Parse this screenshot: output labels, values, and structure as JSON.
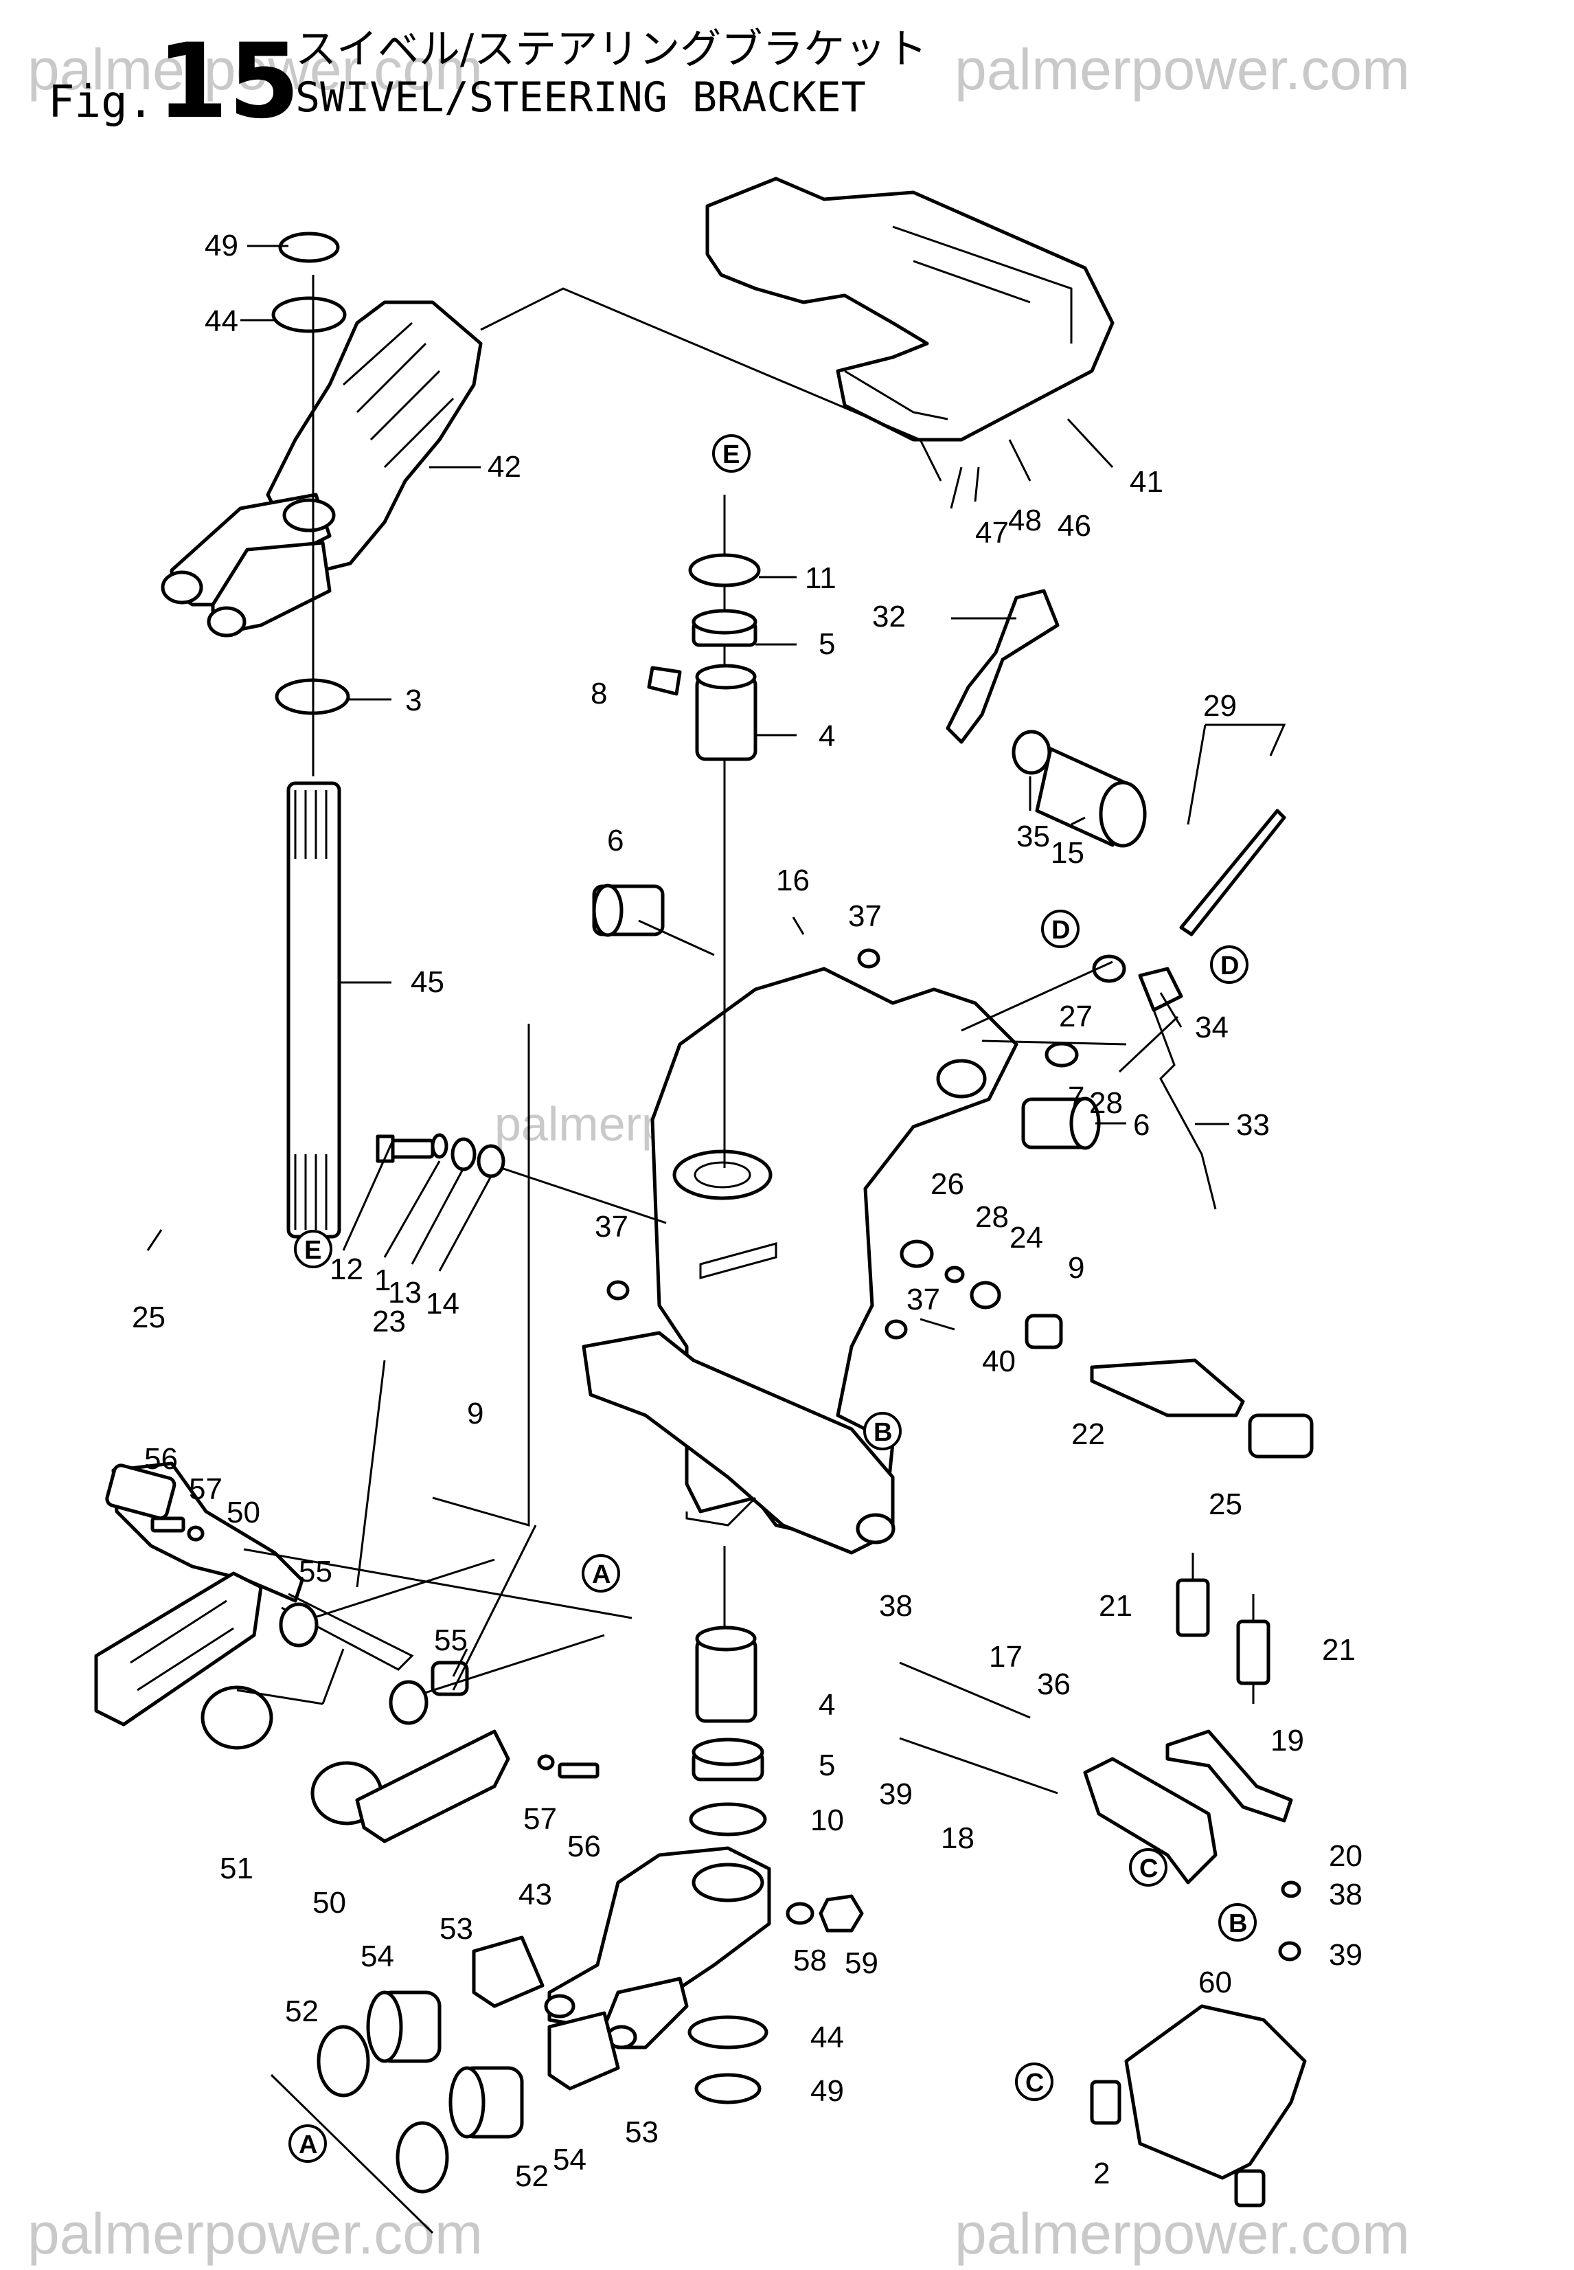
{
  "watermark": "palmerpower.com",
  "header": {
    "fig_prefix": "Fig.",
    "fig_number": "15",
    "title_jp": "スイベル/ステアリングブラケット",
    "title_en": "SWIVEL/STEERING BRACKET"
  },
  "callouts": [
    {
      "text": "49",
      "id": "49a"
    },
    {
      "text": "44",
      "id": "44a"
    },
    {
      "text": "42",
      "id": "42"
    },
    {
      "text": "3",
      "id": "3"
    },
    {
      "text": "45",
      "id": "45"
    },
    {
      "text": "12",
      "id": "12"
    },
    {
      "text": "1",
      "id": "1"
    },
    {
      "text": "13",
      "id": "13"
    },
    {
      "text": "14",
      "id": "14"
    },
    {
      "text": "25",
      "id": "25a"
    },
    {
      "text": "23",
      "id": "23"
    },
    {
      "text": "9",
      "id": "9a"
    },
    {
      "text": "56",
      "id": "56a"
    },
    {
      "text": "57",
      "id": "57a"
    },
    {
      "text": "50",
      "id": "50a"
    },
    {
      "text": "55",
      "id": "55a"
    },
    {
      "text": "55",
      "id": "55b"
    },
    {
      "text": "51",
      "id": "51"
    },
    {
      "text": "50",
      "id": "50b"
    },
    {
      "text": "57",
      "id": "57b"
    },
    {
      "text": "56",
      "id": "56b"
    },
    {
      "text": "53",
      "id": "53a"
    },
    {
      "text": "54",
      "id": "54a"
    },
    {
      "text": "52",
      "id": "52a"
    },
    {
      "text": "43",
      "id": "43"
    },
    {
      "text": "53",
      "id": "53b"
    },
    {
      "text": "54",
      "id": "54b"
    },
    {
      "text": "52",
      "id": "52b"
    },
    {
      "text": "41",
      "id": "41"
    },
    {
      "text": "46",
      "id": "46"
    },
    {
      "text": "47",
      "id": "47"
    },
    {
      "text": "48",
      "id": "48"
    },
    {
      "text": "11",
      "id": "11"
    },
    {
      "text": "5",
      "id": "5a"
    },
    {
      "text": "8",
      "id": "8"
    },
    {
      "text": "4",
      "id": "4a"
    },
    {
      "text": "32",
      "id": "32"
    },
    {
      "text": "35",
      "id": "35"
    },
    {
      "text": "15",
      "id": "15"
    },
    {
      "text": "29",
      "id": "29"
    },
    {
      "text": "6",
      "id": "6a"
    },
    {
      "text": "16",
      "id": "16"
    },
    {
      "text": "37",
      "id": "37a"
    },
    {
      "text": "27",
      "id": "27"
    },
    {
      "text": "34",
      "id": "34"
    },
    {
      "text": "7",
      "id": "7"
    },
    {
      "text": "28",
      "id": "28a"
    },
    {
      "text": "33",
      "id": "33"
    },
    {
      "text": "6",
      "id": "6b"
    },
    {
      "text": "37",
      "id": "37b"
    },
    {
      "text": "26",
      "id": "26"
    },
    {
      "text": "28",
      "id": "28b"
    },
    {
      "text": "24",
      "id": "24"
    },
    {
      "text": "37",
      "id": "37c"
    },
    {
      "text": "9",
      "id": "9b"
    },
    {
      "text": "40",
      "id": "40"
    },
    {
      "text": "22",
      "id": "22"
    },
    {
      "text": "25",
      "id": "25b"
    },
    {
      "text": "21",
      "id": "21a"
    },
    {
      "text": "21",
      "id": "21b"
    },
    {
      "text": "38",
      "id": "38a"
    },
    {
      "text": "17",
      "id": "17"
    },
    {
      "text": "36",
      "id": "36"
    },
    {
      "text": "19",
      "id": "19"
    },
    {
      "text": "39",
      "id": "39a"
    },
    {
      "text": "18",
      "id": "18"
    },
    {
      "text": "20",
      "id": "20"
    },
    {
      "text": "38",
      "id": "38b"
    },
    {
      "text": "39",
      "id": "39b"
    },
    {
      "text": "4",
      "id": "4b"
    },
    {
      "text": "5",
      "id": "5b"
    },
    {
      "text": "10",
      "id": "10"
    },
    {
      "text": "58",
      "id": "58"
    },
    {
      "text": "59",
      "id": "59"
    },
    {
      "text": "44",
      "id": "44b"
    },
    {
      "text": "49",
      "id": "49b"
    },
    {
      "text": "60",
      "id": "60"
    },
    {
      "text": "2",
      "id": "2"
    }
  ],
  "reference_markers": {
    "A": "A",
    "B": "B",
    "C": "C",
    "D": "D",
    "E": "E"
  }
}
